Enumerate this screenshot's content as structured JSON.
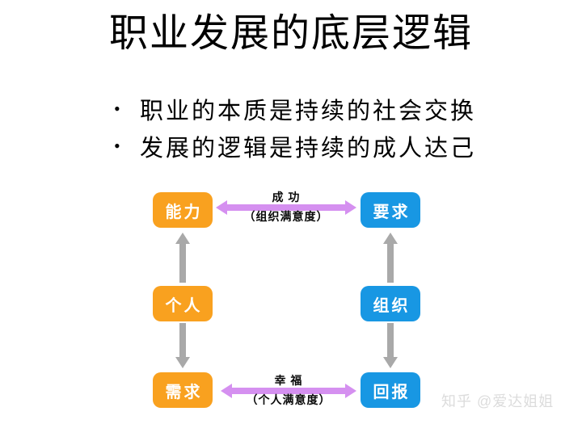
{
  "title": "职业发展的底层逻辑",
  "bullet_char": "•",
  "bullets": [
    "职业的本质是持续的社会交换",
    "发展的逻辑是持续的成人达己"
  ],
  "diagram": {
    "boxes": {
      "ability": {
        "label": "能力",
        "color": "#F9A11F"
      },
      "requirement": {
        "label": "要求",
        "color": "#1897E3"
      },
      "individual": {
        "label": "个人",
        "color": "#F9A11F"
      },
      "organization": {
        "label": "组织",
        "color": "#1897E3"
      },
      "need": {
        "label": "需求",
        "color": "#F9A11F"
      },
      "reward": {
        "label": "回报",
        "color": "#1897E3"
      }
    },
    "arrows": {
      "top": {
        "above": "成 功",
        "below": "（组织满意度）"
      },
      "bottom": {
        "above": "幸 福",
        "below": "（个人满意度）"
      }
    },
    "colors": {
      "orange": "#F9A11F",
      "blue": "#1897E3",
      "purple": "#D590F0",
      "gray": "#A9A9A9"
    }
  },
  "watermark": "知乎 @爱达姐姐"
}
